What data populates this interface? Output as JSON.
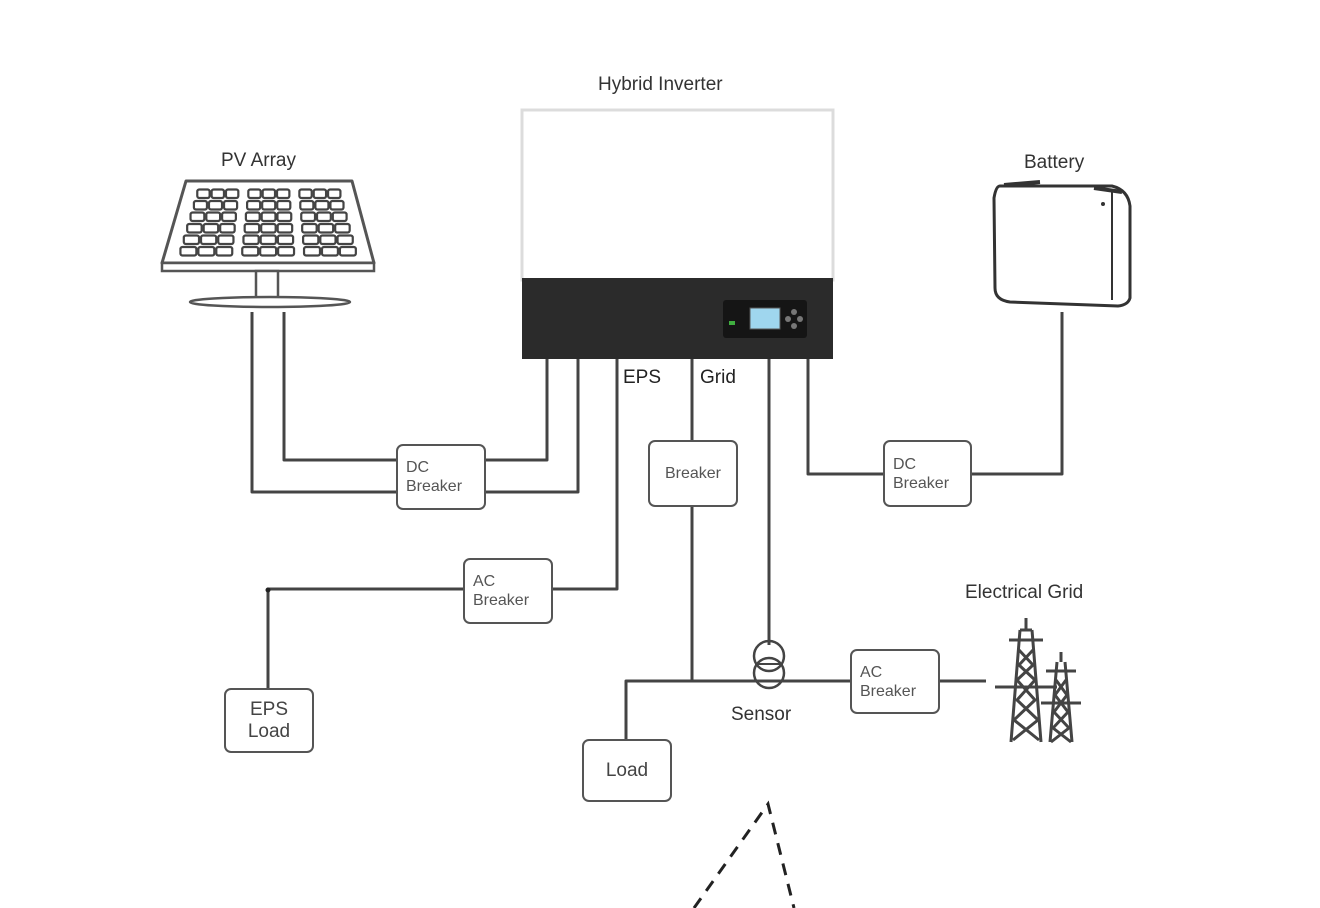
{
  "diagram": {
    "title": "Hybrid Inverter",
    "components": {
      "inverter": {
        "label": "Hybrid Inverter",
        "port_labels": [
          "EPS",
          "Grid"
        ],
        "screen_color": "#9fd6ee",
        "led_color": "#3fae3f"
      },
      "pv_array": {
        "label": "PV Array"
      },
      "battery": {
        "label": "Battery"
      },
      "electrical_grid": {
        "label": "Electrical Grid"
      },
      "sensor": {
        "label": "Sensor"
      }
    },
    "boxes": {
      "dc_breaker_pv": {
        "line1": "DC",
        "line2": "Breaker"
      },
      "dc_breaker_battery": {
        "line1": "DC",
        "line2": "Breaker"
      },
      "grid_breaker": {
        "line1": "Breaker"
      },
      "ac_breaker_eps": {
        "line1": "AC",
        "line2": "Breaker"
      },
      "ac_breaker_grid": {
        "line1": "AC",
        "line2": "Breaker"
      },
      "eps_load": {
        "line1": "EPS",
        "line2": "Load"
      },
      "load": {
        "line1": "Load"
      }
    },
    "connections": [
      {
        "from": "PV Array",
        "to": "DC Breaker"
      },
      {
        "from": "DC Breaker",
        "to": "Hybrid Inverter"
      },
      {
        "from": "Hybrid Inverter",
        "to": "DC Breaker",
        "note": "battery side"
      },
      {
        "from": "DC Breaker",
        "to": "Battery"
      },
      {
        "from": "Hybrid Inverter (EPS)",
        "to": "AC Breaker"
      },
      {
        "from": "AC Breaker",
        "to": "EPS Load"
      },
      {
        "from": "Hybrid Inverter (Grid)",
        "to": "Breaker"
      },
      {
        "from": "Breaker",
        "to": "Load"
      },
      {
        "from": "Breaker",
        "to": "Sensor"
      },
      {
        "from": "Sensor",
        "to": "AC Breaker"
      },
      {
        "from": "AC Breaker",
        "to": "Electrical Grid"
      }
    ],
    "colors": {
      "line": "#444444",
      "inverter_body": "#2b2b2b",
      "inverter_top": "#ffffff",
      "text": "#333333"
    }
  }
}
